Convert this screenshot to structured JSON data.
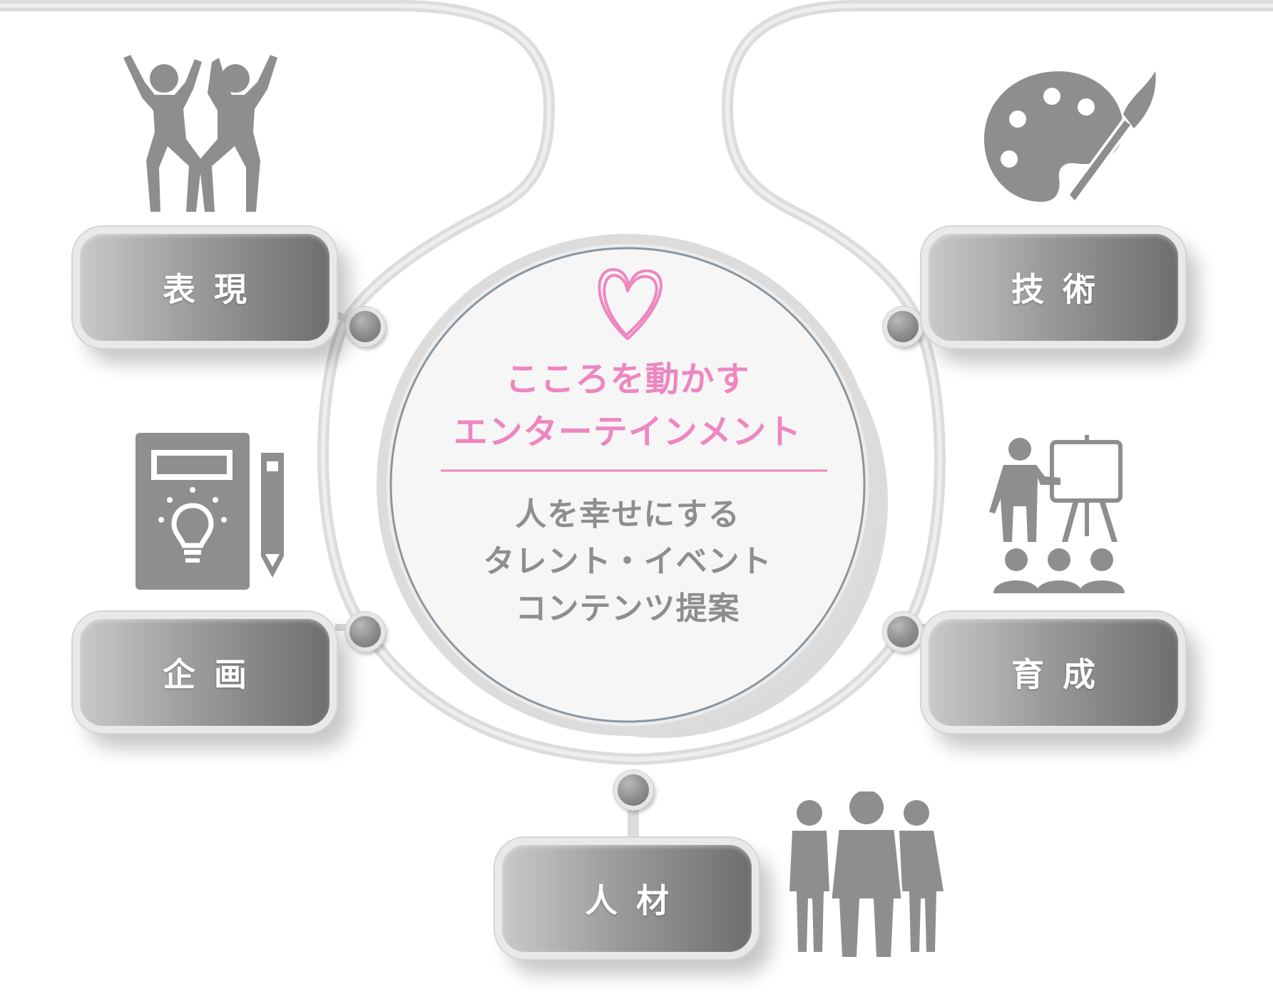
{
  "center": {
    "headline_line1": "こころを動かす",
    "headline_line2": "エンターテインメント",
    "sub_line1": "人を幸せにする",
    "sub_line2": "タレント・イベント",
    "sub_line3": "コンテンツ提案"
  },
  "nodes": {
    "expression": {
      "label": "表現",
      "icon": "dancing-people-icon"
    },
    "technique": {
      "label": "技術",
      "icon": "palette-icon"
    },
    "planning": {
      "label": "企画",
      "icon": "notebook-idea-icon"
    },
    "training": {
      "label": "育成",
      "icon": "presentation-icon"
    },
    "talent": {
      "label": "人材",
      "icon": "group-people-icon"
    }
  },
  "colors": {
    "accent_pink": "#ee86c0",
    "icon_gray": "#8e8e8e",
    "line_gray": "#dcdcdc",
    "circle_border": "#8a96a0"
  }
}
